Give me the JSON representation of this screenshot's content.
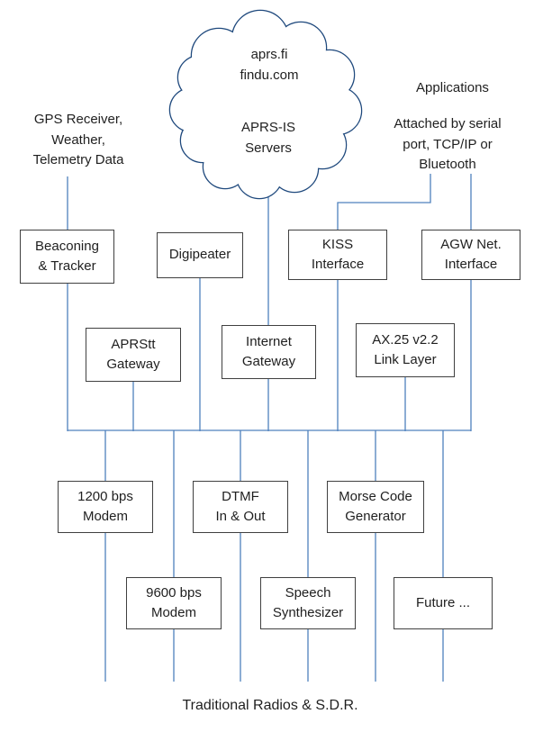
{
  "diagram": {
    "cloud": {
      "sites": "aprs.fi\nfindu.com",
      "servers": "APRS-IS\nServers"
    },
    "annotations": {
      "gps": "GPS Receiver,\nWeather,\nTelemetry Data",
      "applications": "Applications",
      "attached": "Attached by serial\nport, TCP/IP or\nBluetooth",
      "bottom": "Traditional Radios  & S.D.R."
    },
    "boxes": [
      {
        "id": "beaconing-tracker",
        "label": "Beaconing\n& Tracker"
      },
      {
        "id": "digipeater",
        "label": "Digipeater"
      },
      {
        "id": "kiss-interface",
        "label": "KISS\nInterface"
      },
      {
        "id": "agw-net-interface",
        "label": "AGW Net.\nInterface"
      },
      {
        "id": "aprstt-gateway",
        "label": "APRStt\nGateway"
      },
      {
        "id": "internet-gateway",
        "label": "Internet\nGateway"
      },
      {
        "id": "ax25-link-layer",
        "label": "AX.25 v2.2\nLink Layer"
      },
      {
        "id": "modem-1200",
        "label": "1200 bps\nModem"
      },
      {
        "id": "dtmf-in-out",
        "label": "DTMF\nIn & Out"
      },
      {
        "id": "morse-code-generator",
        "label": "Morse Code\nGenerator"
      },
      {
        "id": "modem-9600",
        "label": "9600 bps\nModem"
      },
      {
        "id": "speech-synthesizer",
        "label": "Speech\nSynthesizer"
      },
      {
        "id": "future",
        "label": "Future ..."
      }
    ],
    "colors": {
      "line": "#4f81bd",
      "cloud_outline": "#1f497d",
      "box_border": "#404040"
    }
  }
}
